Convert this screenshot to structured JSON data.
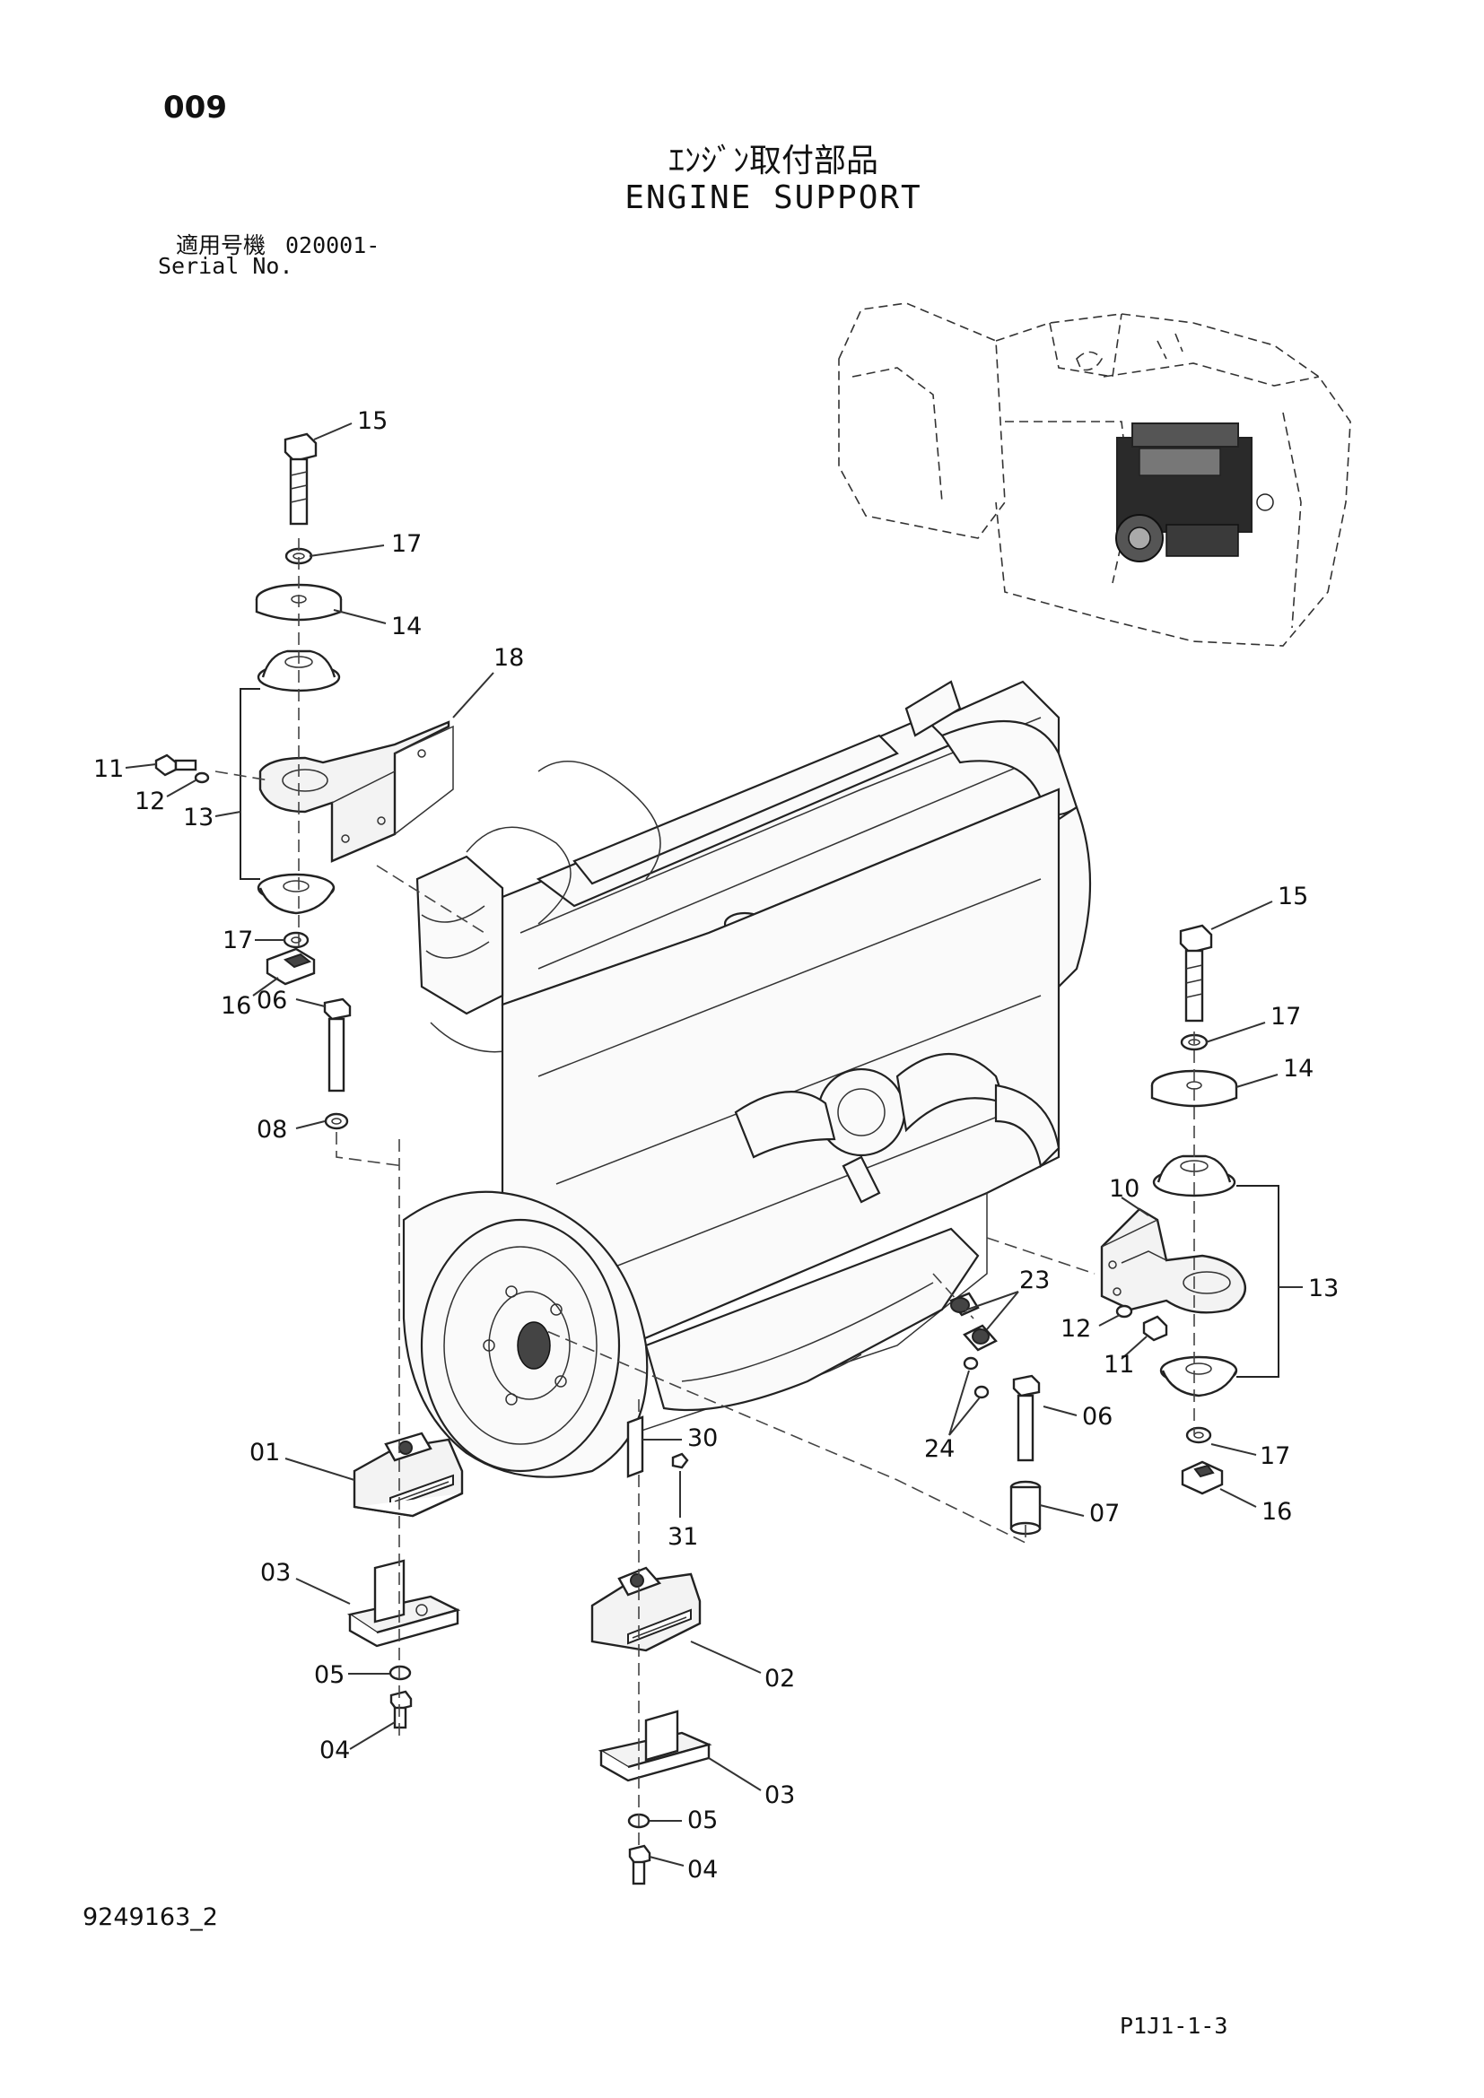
{
  "header": {
    "page_number": "009",
    "title_jp": "ｴﾝｼﾞﾝ取付部品",
    "title_en": "ENGINE SUPPORT",
    "serial_label_jp": "適用号機",
    "serial_value": "020001-",
    "serial_label_en": "Serial No."
  },
  "callouts": [
    {
      "id": "c15a",
      "label": "15"
    },
    {
      "id": "c17a",
      "label": "17"
    },
    {
      "id": "c14a",
      "label": "14"
    },
    {
      "id": "c18",
      "label": "18"
    },
    {
      "id": "c11a",
      "label": "11"
    },
    {
      "id": "c12a",
      "label": "12"
    },
    {
      "id": "c13a",
      "label": "13"
    },
    {
      "id": "c17b",
      "label": "17"
    },
    {
      "id": "c16a",
      "label": "16"
    },
    {
      "id": "c06a",
      "label": "06"
    },
    {
      "id": "c08",
      "label": "08"
    },
    {
      "id": "c15b",
      "label": "15"
    },
    {
      "id": "c17c",
      "label": "17"
    },
    {
      "id": "c14b",
      "label": "14"
    },
    {
      "id": "c10",
      "label": "10"
    },
    {
      "id": "c13b",
      "label": "13"
    },
    {
      "id": "c12b",
      "label": "12"
    },
    {
      "id": "c11b",
      "label": "11"
    },
    {
      "id": "c23",
      "label": "23"
    },
    {
      "id": "c24",
      "label": "24"
    },
    {
      "id": "c06b",
      "label": "06"
    },
    {
      "id": "c17d",
      "label": "17"
    },
    {
      "id": "c16b",
      "label": "16"
    },
    {
      "id": "c07",
      "label": "07"
    },
    {
      "id": "c01",
      "label": "01"
    },
    {
      "id": "c30",
      "label": "30"
    },
    {
      "id": "c31",
      "label": "31"
    },
    {
      "id": "c03a",
      "label": "03"
    },
    {
      "id": "c05a",
      "label": "05"
    },
    {
      "id": "c04a",
      "label": "04"
    },
    {
      "id": "c02",
      "label": "02"
    },
    {
      "id": "c03b",
      "label": "03"
    },
    {
      "id": "c05b",
      "label": "05"
    },
    {
      "id": "c04b",
      "label": "04"
    }
  ],
  "footer": {
    "document_id": "9249163_2",
    "page_code": "P1J1-1-3"
  }
}
